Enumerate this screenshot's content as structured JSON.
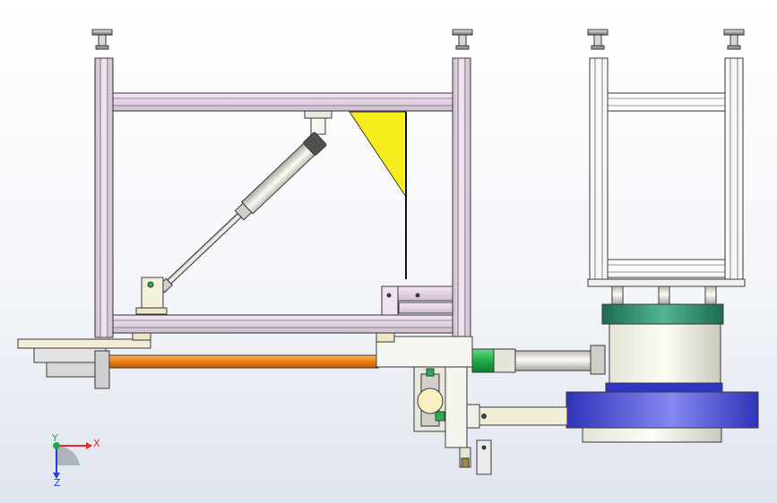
{
  "view": {
    "colors": {
      "background_top": "#ffffff",
      "background_bottom": "#dfe5ee",
      "frame_member": "#ecdcec",
      "frame_edge": "#3a3a3a",
      "cylinder_body": "#e9e9e2",
      "flag": "#f6ec1c",
      "hose": "#f08a1c",
      "green_part": "#22b14c",
      "teal_ring": "#2f8c6e",
      "blue_flange": "#4b4fd6",
      "axis_x": "#e8282b",
      "axis_y": "#22a84a",
      "axis_z": "#2a3bd6"
    },
    "triad": {
      "x_label": "X",
      "y_label": "Y",
      "z_label": "Z"
    }
  }
}
